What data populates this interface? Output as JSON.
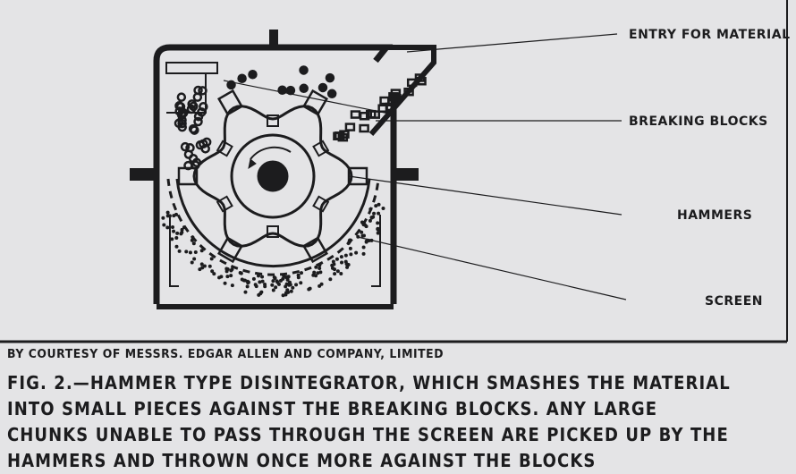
{
  "figure": {
    "labels": {
      "entry": "ENTRY FOR MATERIAL",
      "blocks": "BREAKING BLOCKS",
      "hammers": "HAMMERS",
      "screen": "SCREEN"
    },
    "ink_color": "#1c1c1e",
    "paper_color": "#e4e4e6"
  },
  "credit": "BY COURTESY OF MESSRS. EDGAR ALLEN AND COMPANY, LIMITED",
  "caption": {
    "lines": [
      "FIG. 2.—HAMMER TYPE DISINTEGRATOR, WHICH SMASHES THE MATERIAL",
      "INTO SMALL PIECES AGAINST THE BREAKING BLOCKS. ANY LARGE",
      "CHUNKS UNABLE TO PASS THROUGH THE SCREEN ARE PICKED UP BY THE",
      "HAMMERS AND THROWN ONCE MORE AGAINST THE BLOCKS"
    ]
  }
}
